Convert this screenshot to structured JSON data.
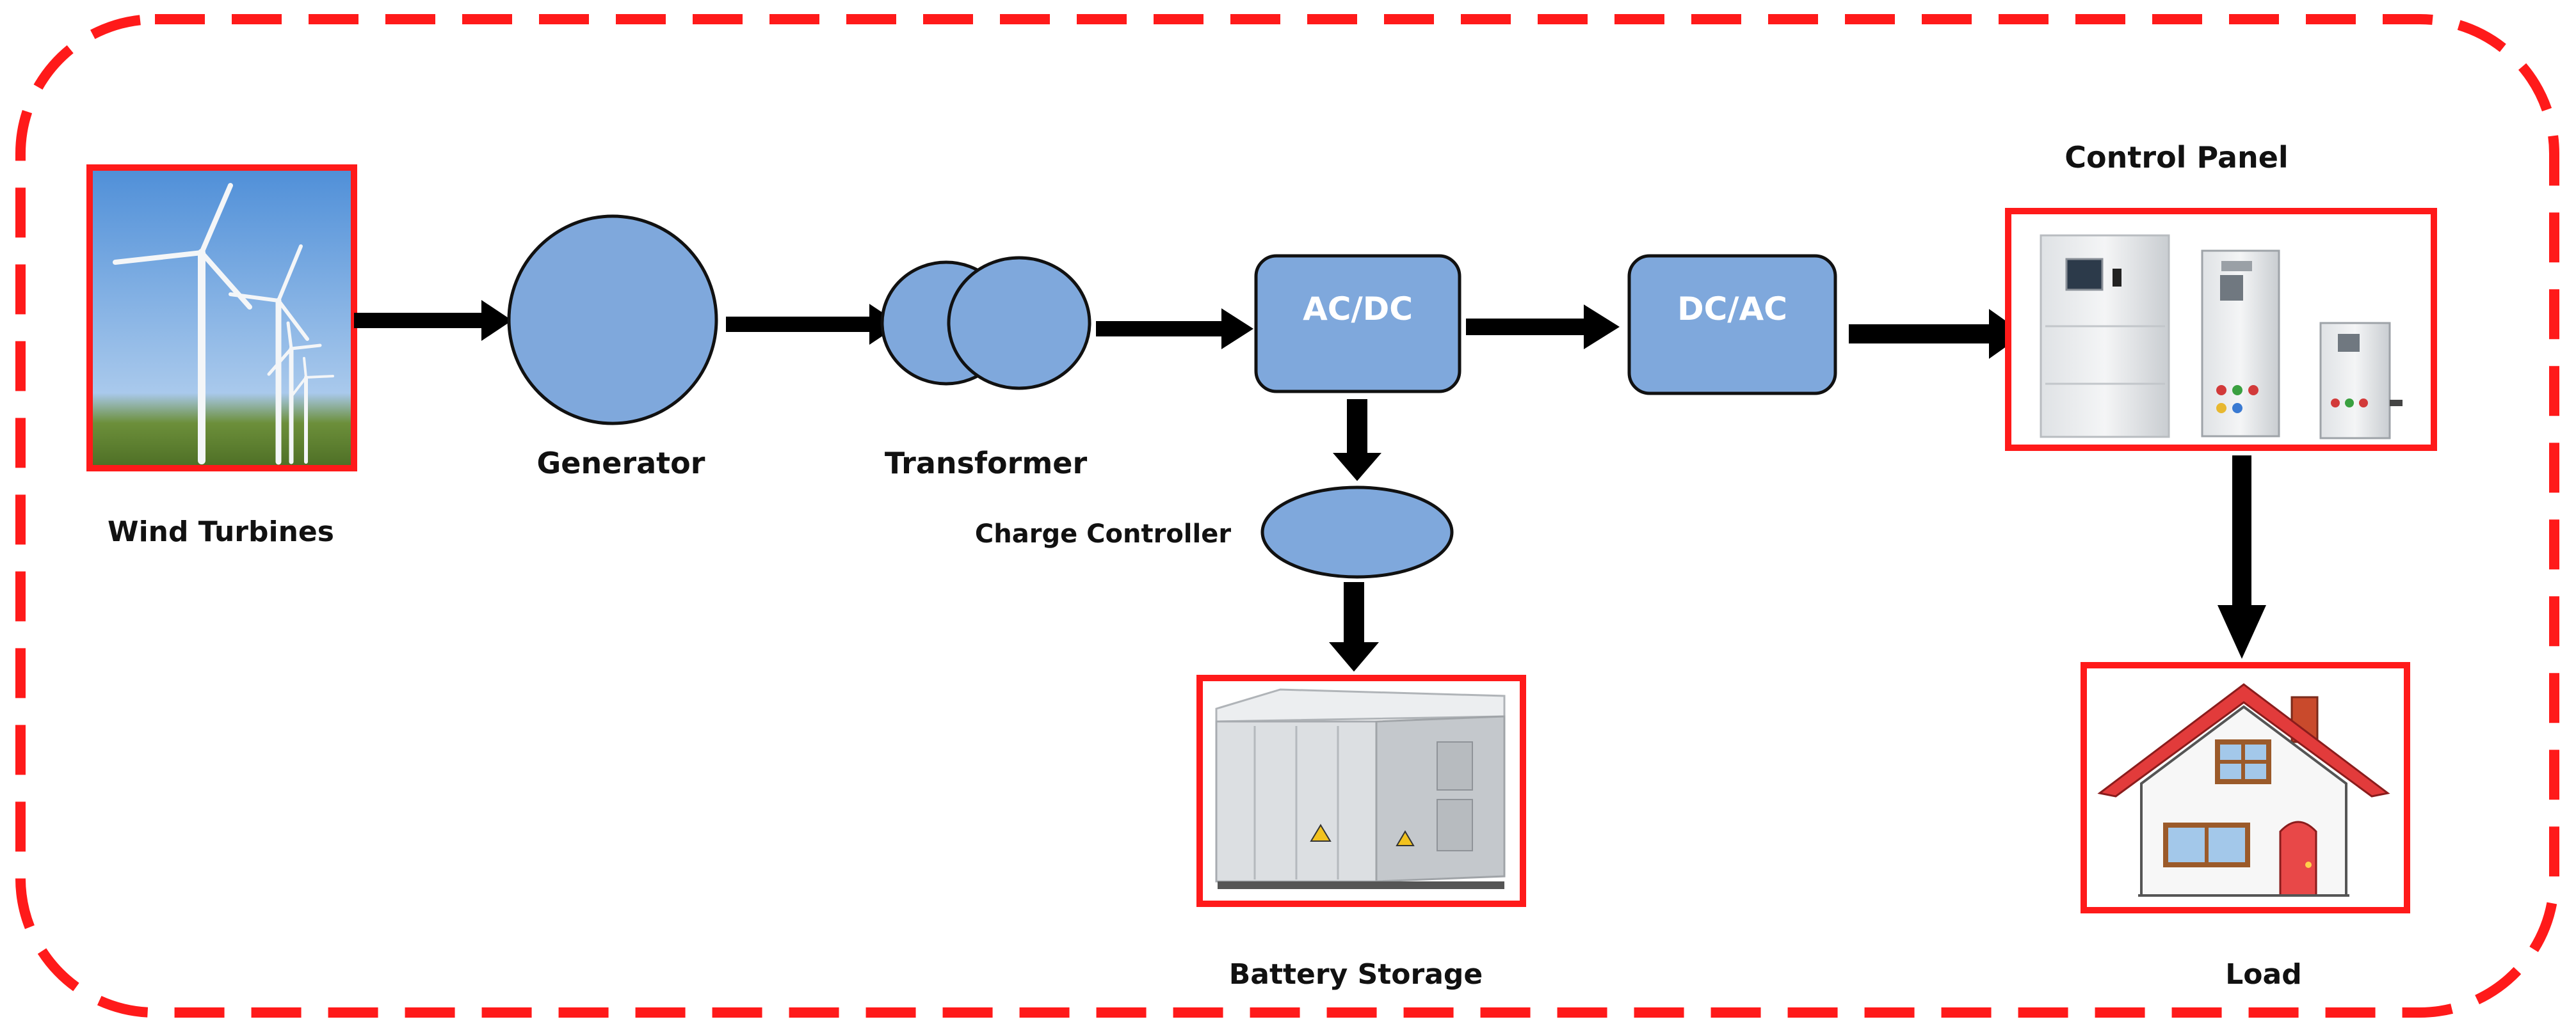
{
  "colors": {
    "border": "#ff1a1a",
    "node_fill": "#7fa8dc",
    "node_stroke": "#111111",
    "arrow": "#000000",
    "sky": "#6fa3dc",
    "house_roof": "#e23b3b",
    "house_door": "#e84848",
    "window_frame": "#9b5a2a"
  },
  "labels": {
    "wind_turbines": "Wind Turbines",
    "generator": "Generator",
    "transformer": "Transformer",
    "ac_dc": "AC/DC",
    "dc_ac": "DC/AC",
    "charge_controller": "Charge Controller",
    "battery_storage": "Battery Storage",
    "control_panel": "Control Panel",
    "load": "Load"
  },
  "images": {
    "wind_turbines": "wind-turbines-photo",
    "battery_storage": "battery-container-photo",
    "control_panel": "control-cabinets-photo",
    "load": "house-icon"
  },
  "flow": [
    [
      "wind_turbines",
      "generator"
    ],
    [
      "generator",
      "transformer"
    ],
    [
      "transformer",
      "ac_dc"
    ],
    [
      "ac_dc",
      "dc_ac"
    ],
    [
      "dc_ac",
      "control_panel"
    ],
    [
      "ac_dc",
      "charge_controller"
    ],
    [
      "charge_controller",
      "battery_storage"
    ],
    [
      "control_panel",
      "load"
    ]
  ]
}
